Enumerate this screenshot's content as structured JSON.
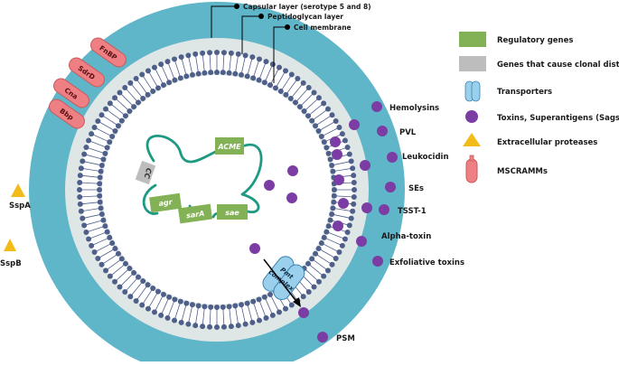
{
  "colors": {
    "capsule": "#5fb6c9",
    "cell_wall": "#dfe6e6",
    "membrane": "#4e5f8a",
    "regulatory": "#83b155",
    "clonal": "#bdbdbd",
    "dna": "#1e9a82",
    "transporter": "#9ad0ec",
    "toxin": "#7b3da3",
    "protease": "#f1bc1a",
    "mscramm": "#ee7f82"
  },
  "layer_labels": {
    "capsular": "Capsular layer (serotype 5 and 8)",
    "peptidoglycan": "Peptidoglycan layer",
    "membrane": "Cell membrane"
  },
  "genes": {
    "acme": "ACME",
    "cc": "CC",
    "agr": "agr",
    "sara": "sarA",
    "sae": "sae"
  },
  "mscramms": [
    "FnBP",
    "SdrD",
    "Cna",
    "Bbp"
  ],
  "proteases": [
    "SspA",
    "SspB"
  ],
  "toxins": [
    "Hemolysins",
    "PVL",
    "Leukocidin",
    "SEs",
    "TSST-1",
    "Alpha-toxin",
    "Exfoliative toxins",
    "PSM"
  ],
  "transporter": {
    "line1": "Pmt",
    "line2": "complex"
  },
  "legend": [
    {
      "label": "Regulatory genes",
      "icon": "green-rect"
    },
    {
      "label": "Genes that cause clonal distinction",
      "icon": "gray-rect"
    },
    {
      "label": "Transporters",
      "icon": "blue-transporter"
    },
    {
      "label": "Toxins, Superantigens (Sags)",
      "icon": "purple-dot"
    },
    {
      "label": "Extracellular proteases",
      "icon": "yellow-triangle"
    },
    {
      "label": "MSCRAMMs",
      "icon": "pink-pill"
    }
  ]
}
